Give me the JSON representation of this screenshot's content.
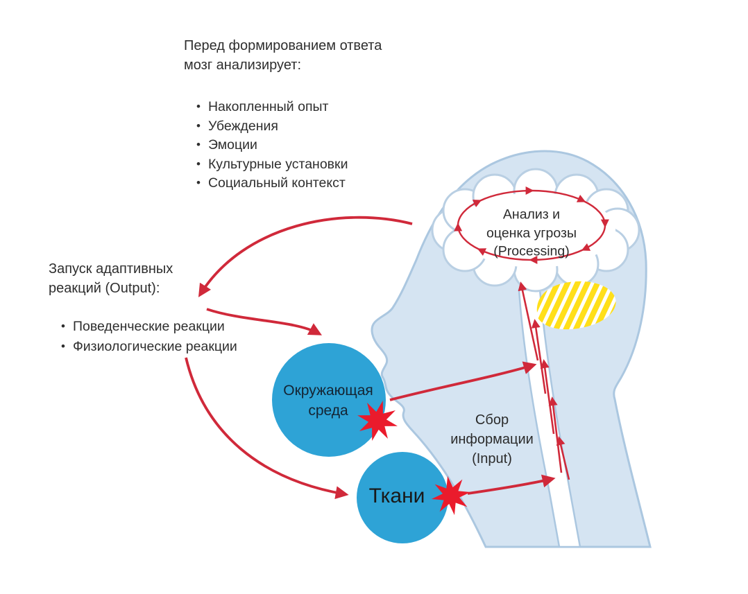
{
  "top_block": {
    "title_line1": "Перед формированием ответа",
    "title_line2": "мозг анализирует:",
    "items": [
      "Накопленный опыт",
      "Убеждения",
      "Эмоции",
      "Культурные установки",
      "Социальный контекст"
    ]
  },
  "output_block": {
    "title_line1": "Запуск адаптивных",
    "title_line2": "реакций (Output):",
    "items": [
      "Поведенческие реакции",
      "Физиологические реакции"
    ]
  },
  "processing_label": {
    "line1": "Анализ и",
    "line2": "оценка угрозы",
    "line3": "(Processing)"
  },
  "input_label": {
    "line1": "Сбор",
    "line2": "информации",
    "line3": "(Input)"
  },
  "environment_circle": {
    "line1": "Окружающая",
    "line2": "среда"
  },
  "tissues_circle": {
    "label": "Ткани"
  },
  "bullet_glyph": "•",
  "colors": {
    "arrow_red": "#d0293a",
    "starburst_red": "#ea1b2c",
    "circle_blue": "#2ea3d6",
    "head_fill": "#d5e4f2",
    "head_stroke": "#abc7e0",
    "brain_stroke": "#b9cfe3",
    "cerebellum_yellow": "#ffdf1a",
    "text_dark": "#2e2e2e"
  }
}
